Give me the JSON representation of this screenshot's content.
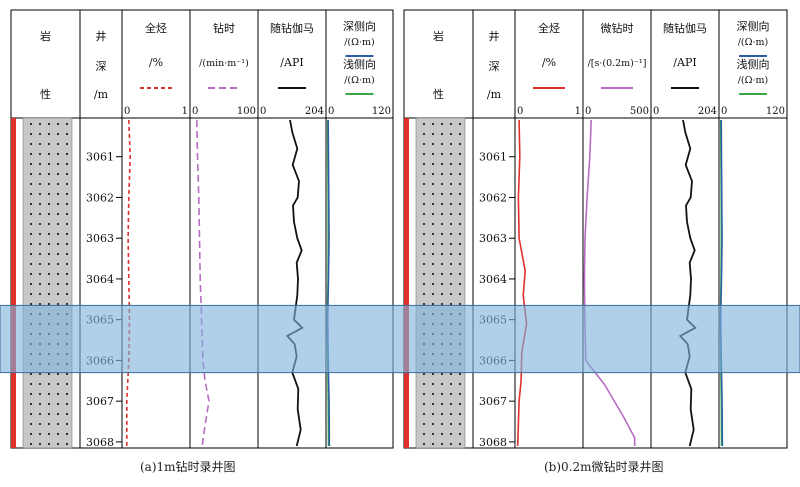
{
  "panels": [
    {
      "caption": "(a)1m钻时录井图",
      "headers": {
        "lith": [
          "岩",
          "性"
        ],
        "depth": [
          "井",
          "深",
          "/m"
        ],
        "curve1": {
          "name": "全烃",
          "unit": "/%",
          "min": "0",
          "max": "1"
        },
        "curve2": {
          "name": "钻时",
          "unit": "/(min·m⁻¹)",
          "min": "0",
          "max": "100"
        },
        "curve3": {
          "name": "随钻伽马",
          "unit": "/API",
          "min": "0",
          "max": "204"
        },
        "res": {
          "deep": "深侧向",
          "deep_unit": "/(Ω·m)",
          "shallow": "浅侧向",
          "shallow_unit": "/(Ω·m)",
          "min": "0",
          "max": "120"
        }
      },
      "styles": {
        "curve1": "dashed-red",
        "curve2": "dashed-purple"
      }
    },
    {
      "caption": "(b)0.2m微钻时录井图",
      "headers": {
        "lith": [
          "岩",
          "性"
        ],
        "depth": [
          "井",
          "深",
          "/m"
        ],
        "curve1": {
          "name": "全烃",
          "unit": "/%",
          "min": "0",
          "max": "1"
        },
        "curve2": {
          "name": "微钻时",
          "unit": "/[s·(0.2m)⁻¹]",
          "min": "0",
          "max": "500"
        },
        "curve3": {
          "name": "随钻伽马",
          "unit": "/API",
          "min": "0",
          "max": "204"
        },
        "res": {
          "deep": "深侧向",
          "deep_unit": "/(Ω·m)",
          "shallow": "浅侧向",
          "shallow_unit": "/(Ω·m)",
          "min": "0",
          "max": "120"
        }
      },
      "styles": {
        "curve1": "solid-red",
        "curve2": "solid-purple"
      }
    }
  ],
  "depth_ticks": [
    "3061",
    "3062",
    "3063",
    "3064",
    "3065",
    "3066",
    "3067",
    "3068"
  ],
  "depth_range": [
    3060.05,
    3068.15
  ],
  "highlight_depth": [
    3064.65,
    3066.3
  ],
  "colors": {
    "red": "#e0302b",
    "purple": "#b86bc4",
    "black": "#111111",
    "blue": "#2a5caa",
    "green": "#3aa845",
    "highlight": "#7fb2dc",
    "lith_fill": "#c8c8c8",
    "border_red": "#e0302b"
  },
  "curves": {
    "p1_total_hydrocarbon": [
      [
        3060.1,
        0.1
      ],
      [
        3061.0,
        0.12
      ],
      [
        3062.0,
        0.1
      ],
      [
        3063.0,
        0.09
      ],
      [
        3064.0,
        0.1
      ],
      [
        3065.0,
        0.11
      ],
      [
        3066.0,
        0.1
      ],
      [
        3067.0,
        0.07
      ],
      [
        3068.1,
        0.07
      ]
    ],
    "p1_rop": [
      [
        3060.1,
        10
      ],
      [
        3061.0,
        11
      ],
      [
        3062.0,
        13
      ],
      [
        3063.0,
        14
      ],
      [
        3064.0,
        15
      ],
      [
        3065.0,
        17
      ],
      [
        3066.0,
        19
      ],
      [
        3066.5,
        22
      ],
      [
        3067.0,
        28
      ],
      [
        3067.6,
        22
      ],
      [
        3068.1,
        18
      ]
    ],
    "p2_total_hydrocarbon": [
      [
        3060.1,
        0.06
      ],
      [
        3061.0,
        0.07
      ],
      [
        3062.0,
        0.05
      ],
      [
        3063.0,
        0.06
      ],
      [
        3063.8,
        0.15
      ],
      [
        3064.4,
        0.12
      ],
      [
        3065.1,
        0.17
      ],
      [
        3065.8,
        0.1
      ],
      [
        3066.5,
        0.09
      ],
      [
        3067.0,
        0.06
      ],
      [
        3068.1,
        0.04
      ]
    ],
    "p2_micro_rop": [
      [
        3060.1,
        60
      ],
      [
        3061.0,
        50
      ],
      [
        3062.0,
        30
      ],
      [
        3063.0,
        15
      ],
      [
        3064.0,
        10
      ],
      [
        3065.0,
        14
      ],
      [
        3066.0,
        20
      ],
      [
        3066.6,
        160
      ],
      [
        3067.4,
        300
      ],
      [
        3067.9,
        380
      ],
      [
        3068.1,
        380
      ]
    ],
    "gamma": [
      [
        3060.1,
        96
      ],
      [
        3060.4,
        103
      ],
      [
        3060.8,
        118
      ],
      [
        3061.2,
        104
      ],
      [
        3061.6,
        123
      ],
      [
        3062.0,
        119
      ],
      [
        3062.2,
        105
      ],
      [
        3062.6,
        108
      ],
      [
        3063.0,
        118
      ],
      [
        3063.3,
        131
      ],
      [
        3063.6,
        116
      ],
      [
        3064.0,
        120
      ],
      [
        3064.4,
        118
      ],
      [
        3065.0,
        108
      ],
      [
        3065.2,
        133
      ],
      [
        3065.4,
        88
      ],
      [
        3065.6,
        110
      ],
      [
        3065.9,
        116
      ],
      [
        3066.3,
        103
      ],
      [
        3066.7,
        121
      ],
      [
        3067.2,
        119
      ],
      [
        3067.7,
        128
      ],
      [
        3068.1,
        116
      ]
    ],
    "deep_res": [
      [
        3060.1,
        4
      ],
      [
        3061.0,
        4.5
      ],
      [
        3062.0,
        5
      ],
      [
        3063.0,
        5.5
      ],
      [
        3064.0,
        4.5
      ],
      [
        3065.0,
        3
      ],
      [
        3066.0,
        4
      ],
      [
        3067.0,
        5.5
      ],
      [
        3068.1,
        6
      ]
    ],
    "shallow_res": [
      [
        3060.1,
        3
      ],
      [
        3061.0,
        3.3
      ],
      [
        3062.0,
        3.8
      ],
      [
        3063.0,
        4
      ],
      [
        3064.0,
        3.5
      ],
      [
        3065.0,
        2.5
      ],
      [
        3066.0,
        3
      ],
      [
        3067.0,
        4
      ],
      [
        3068.1,
        4.5
      ]
    ]
  }
}
